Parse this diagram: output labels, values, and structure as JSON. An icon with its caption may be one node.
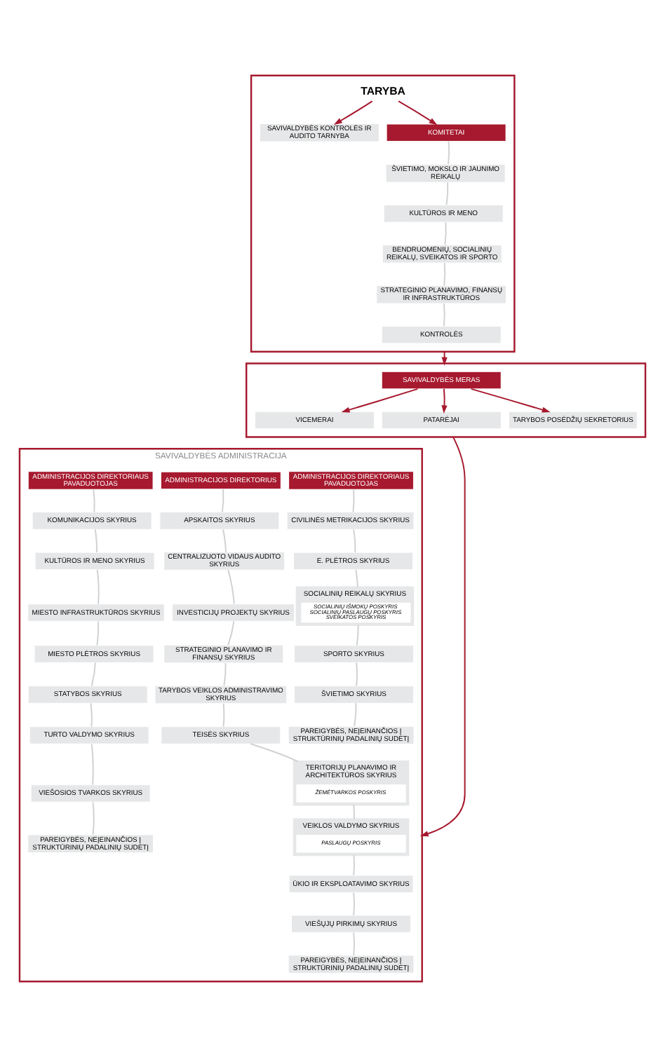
{
  "diagram": {
    "nodes": [
      {
        "text": [],
        "shape": "box"
      },
      {
        "text": [
          "TARYBA"
        ],
        "in": 0
      },
      {
        "text": [
          "SAVIVALDYBĖS KONTROLĖS IR AUDITO TARNYBA"
        ],
        "in": 0
      },
      {
        "text": [
          "KOMITETAI"
        ],
        "in": 0
      },
      {
        "text": [
          "ŠVIETIMO, MOKSLO IR JAUNIMO REIKALŲ"
        ],
        "in": 0
      },
      {
        "text": [
          "KULTŪROS IR MENO"
        ],
        "in": 0
      },
      {
        "text": [
          "BENDRUOMENIŲ, SOCIALINIŲ REIKALŲ, SVEIKATOS IR SPORTO"
        ],
        "in": 0
      },
      {
        "text": [
          "STRATEGINIO PLANAVIMO, FINANSŲ IR INFRASTRUKTŪROS"
        ],
        "in": 0
      },
      {
        "text": [
          "KONTROLĖS"
        ],
        "in": 0
      },
      {
        "text": [],
        "shape": "box"
      },
      {
        "text": [
          "SAVIVALDYBĖS MERAS"
        ],
        "in": 9
      },
      {
        "text": [
          "VICEMERAI"
        ],
        "in": 9
      },
      {
        "text": [
          "PATARĖJAI"
        ],
        "in": 9
      },
      {
        "text": [
          "TARYBOS POSĖDŽIŲ SEKRETORIUS"
        ],
        "in": 9
      },
      {
        "text": [
          "SAVIVALDYBĖS ADMINISTRACIJA"
        ]
      },
      {
        "text": [
          "ADMINISTRACIJOS DIREKTORIAUS PAVADUOTOJAS"
        ],
        "in": 14
      },
      {
        "text": [
          "KOMUNIKACIJOS SKYRIUS"
        ],
        "in": 14
      },
      {
        "text": [
          "KULTŪROS IR MENO SKYRIUS"
        ],
        "in": 14
      },
      {
        "text": [
          "MIESTO INFRASTRUKTŪROS SKYRIUS"
        ],
        "in": 14
      },
      {
        "text": [
          "MIESTO PLĖTROS SKYRIUS"
        ],
        "in": 14
      },
      {
        "text": [
          "STATYBOS SKYRIUS"
        ],
        "in": 14
      },
      {
        "text": [
          "TURTO VALDYMO SKYRIUS"
        ],
        "in": 14
      },
      {
        "text": [
          "VIEŠOSIOS TVARKOS SKYRIUS"
        ],
        "in": 14
      },
      {
        "text": [
          "PAREIGYBĖS, NEĮEINANČIOS Į STRUKTŪRINIŲ PADALINIŲ SUDĖTĮ"
        ],
        "in": 14
      },
      {
        "text": [
          "ADMINISTRACIJOS DIREKTORIUS"
        ],
        "in": 14
      },
      {
        "text": [
          "APSKAITOS SKYRIUS"
        ],
        "in": 14
      },
      {
        "text": [
          "CENTRALIZUOTO VIDAUS AUDITO SKYRIUS"
        ],
        "in": 14
      },
      {
        "text": [
          "INVESTICIJŲ PROJEKTŲ SKYRIUS"
        ],
        "in": 14
      },
      {
        "text": [
          "STRATEGINIO PLANAVIMO IR FINANSŲ SKYRIUS"
        ],
        "in": 14
      },
      {
        "text": [
          "TARYBOS VEIKLOS ADMINISTRAVIMO SKYRIUS"
        ],
        "in": 14
      },
      {
        "text": [
          "TEISĖS SKYRIUS"
        ],
        "in": 14
      },
      {
        "text": [
          "TERITORIJŲ PLANAVIMO IR ARCHITEKTŪROS SKYRIUS"
        ],
        "in": 14
      },
      {
        "text": [
          "ŽEMĖTVARKOS POSKYRIS"
        ],
        "in": 31
      },
      {
        "text": [
          "VEIKLOS VALDYMO SKYRIUS"
        ],
        "in": 14
      },
      {
        "text": [
          "PASLAUGŲ POSKYRIS"
        ],
        "in": 33
      },
      {
        "text": [
          "ŪKIO IR EKSPLOATAVIMO SKYRIUS"
        ],
        "in": 14
      },
      {
        "text": [
          "VIEŠŲJŲ PIRKIMŲ SKYRIUS"
        ],
        "in": 14
      },
      {
        "text": [
          "PAREIGYBĖS, NEĮEINANČIOS Į STRUKTŪRINIŲ PADALINIŲ SUDĖTĮ"
        ],
        "in": 14
      },
      {
        "text": [
          "ADMINISTRACIJOS DIREKTORIAUS PAVADUOTOJAS"
        ],
        "in": 14
      },
      {
        "text": [
          "CIVILINĖS METRIKACIJOS SKYRIUS"
        ],
        "in": 14
      },
      {
        "text": [
          "E. PLĖTROS SKYRIUS"
        ],
        "in": 14
      },
      {
        "text": [
          "SOCIALINIŲ REIKALŲ SKYRIUS"
        ],
        "in": 14
      },
      {
        "text": [
          "SOCIALINIŲ IŠMOKŲ POSKYRIS",
          "SOCIALINIŲ PASLAUGŲ POSKYRIS",
          "SVEIKATOS POSKYRIS"
        ],
        "in": 41
      },
      {
        "text": [
          "SPORTO SKYRIUS"
        ],
        "in": 14
      },
      {
        "text": [
          "ŠVIETIMO SKYRIUS"
        ],
        "in": 14
      },
      {
        "text": [
          "PAREIGYBĖS, NEĮEINANČIOS Į STRUKTŪRINIŲ PADALINIŲ SUDĖTĮ"
        ],
        "in": 14
      }
    ],
    "edges": [
      {
        "from": 1,
        "to": 2,
        "arrow": "to",
        "color": "#a6192e"
      },
      {
        "from": 1,
        "to": 3,
        "arrow": "to",
        "color": "#a6192e"
      },
      {
        "from": 3,
        "to": 4,
        "arrow": "none"
      },
      {
        "from": 4,
        "to": 5,
        "arrow": "none"
      },
      {
        "from": 5,
        "to": 6,
        "arrow": "none"
      },
      {
        "from": 6,
        "to": 7,
        "arrow": "none"
      },
      {
        "from": 7,
        "to": 8,
        "arrow": "none"
      },
      {
        "from": 0,
        "to": 9,
        "arrow": "to",
        "color": "#a6192e"
      },
      {
        "from": 10,
        "to": 11,
        "arrow": "to",
        "color": "#a6192e"
      },
      {
        "from": 10,
        "to": 12,
        "arrow": "to",
        "color": "#a6192e"
      },
      {
        "from": 10,
        "to": 13,
        "arrow": "to",
        "color": "#a6192e"
      },
      {
        "from": 9,
        "to": 14,
        "arrow": "to",
        "color": "#a6192e"
      },
      {
        "from": 15,
        "to": 16,
        "arrow": "none"
      },
      {
        "from": 16,
        "to": 17,
        "arrow": "none"
      },
      {
        "from": 17,
        "to": 18,
        "arrow": "none"
      },
      {
        "from": 18,
        "to": 19,
        "arrow": "none"
      },
      {
        "from": 19,
        "to": 20,
        "arrow": "none"
      },
      {
        "from": 20,
        "to": 21,
        "arrow": "none"
      },
      {
        "from": 21,
        "to": 22,
        "arrow": "none"
      },
      {
        "from": 22,
        "to": 23,
        "arrow": "none"
      },
      {
        "from": 24,
        "to": 25,
        "arrow": "none"
      },
      {
        "from": 25,
        "to": 26,
        "arrow": "none"
      },
      {
        "from": 26,
        "to": 27,
        "arrow": "none"
      },
      {
        "from": 27,
        "to": 28,
        "arrow": "none"
      },
      {
        "from": 28,
        "to": 29,
        "arrow": "none"
      },
      {
        "from": 29,
        "to": 30,
        "arrow": "none"
      },
      {
        "from": 30,
        "to": 31,
        "arrow": "none"
      },
      {
        "from": 31,
        "to": 33,
        "arrow": "none"
      },
      {
        "from": 33,
        "to": 35,
        "arrow": "none"
      },
      {
        "from": 35,
        "to": 36,
        "arrow": "none"
      },
      {
        "from": 36,
        "to": 37,
        "arrow": "none"
      },
      {
        "from": 38,
        "to": 39,
        "arrow": "none"
      },
      {
        "from": 39,
        "to": 40,
        "arrow": "none"
      },
      {
        "from": 40,
        "to": 41,
        "arrow": "none"
      },
      {
        "from": 41,
        "to": 43,
        "arrow": "none"
      },
      {
        "from": 43,
        "to": 44,
        "arrow": "none"
      },
      {
        "from": 44,
        "to": 45,
        "arrow": "none"
      }
    ]
  }
}
